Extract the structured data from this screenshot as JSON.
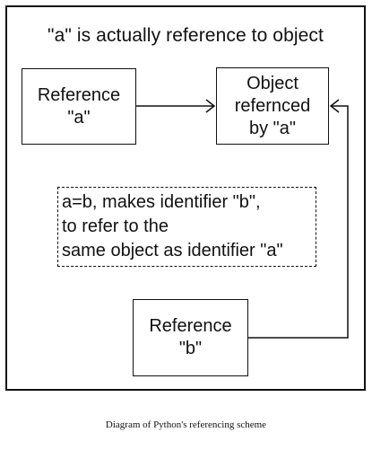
{
  "diagram": {
    "title": "\"a\" is actually reference to object",
    "reference_a": {
      "lines": [
        "Reference",
        "\"a\""
      ]
    },
    "object": {
      "lines": [
        "Object",
        "refernced",
        "by \"a\""
      ]
    },
    "note": {
      "lines": [
        "a=b, makes identifier \"b\",",
        "to refer to the",
        "same object as identifier \"a\""
      ]
    },
    "reference_b": {
      "lines": [
        "Reference",
        "\"b\""
      ]
    },
    "edges": [
      {
        "from": "reference_a",
        "to": "object"
      },
      {
        "from": "reference_b",
        "to": "object"
      }
    ]
  },
  "caption": "Diagram of Python's referencing scheme"
}
